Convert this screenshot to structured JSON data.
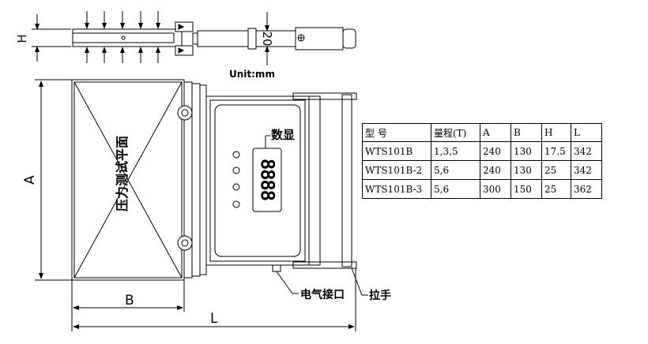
{
  "drawing": {
    "unit_label": "Unit:mm",
    "dims": {
      "H": "H",
      "thickness": "20",
      "A": "A",
      "B": "B",
      "L": "L"
    },
    "plate_label": "压力测试平面",
    "display_label": "数显",
    "connector_label": "电气接口",
    "handle_label": "拉手",
    "display_digits": "8888"
  },
  "table": {
    "headers": [
      "型 号",
      "量程(T)",
      "A",
      "B",
      "H",
      "L"
    ],
    "rows": [
      [
        "WTS101B",
        "1,3,5",
        "240",
        "130",
        "17.5",
        "342"
      ],
      [
        "WTS101B-2",
        "5,6",
        "240",
        "130",
        "25",
        "342"
      ],
      [
        "WTS101B-3",
        "5,6",
        "300",
        "150",
        "25",
        "362"
      ]
    ]
  }
}
